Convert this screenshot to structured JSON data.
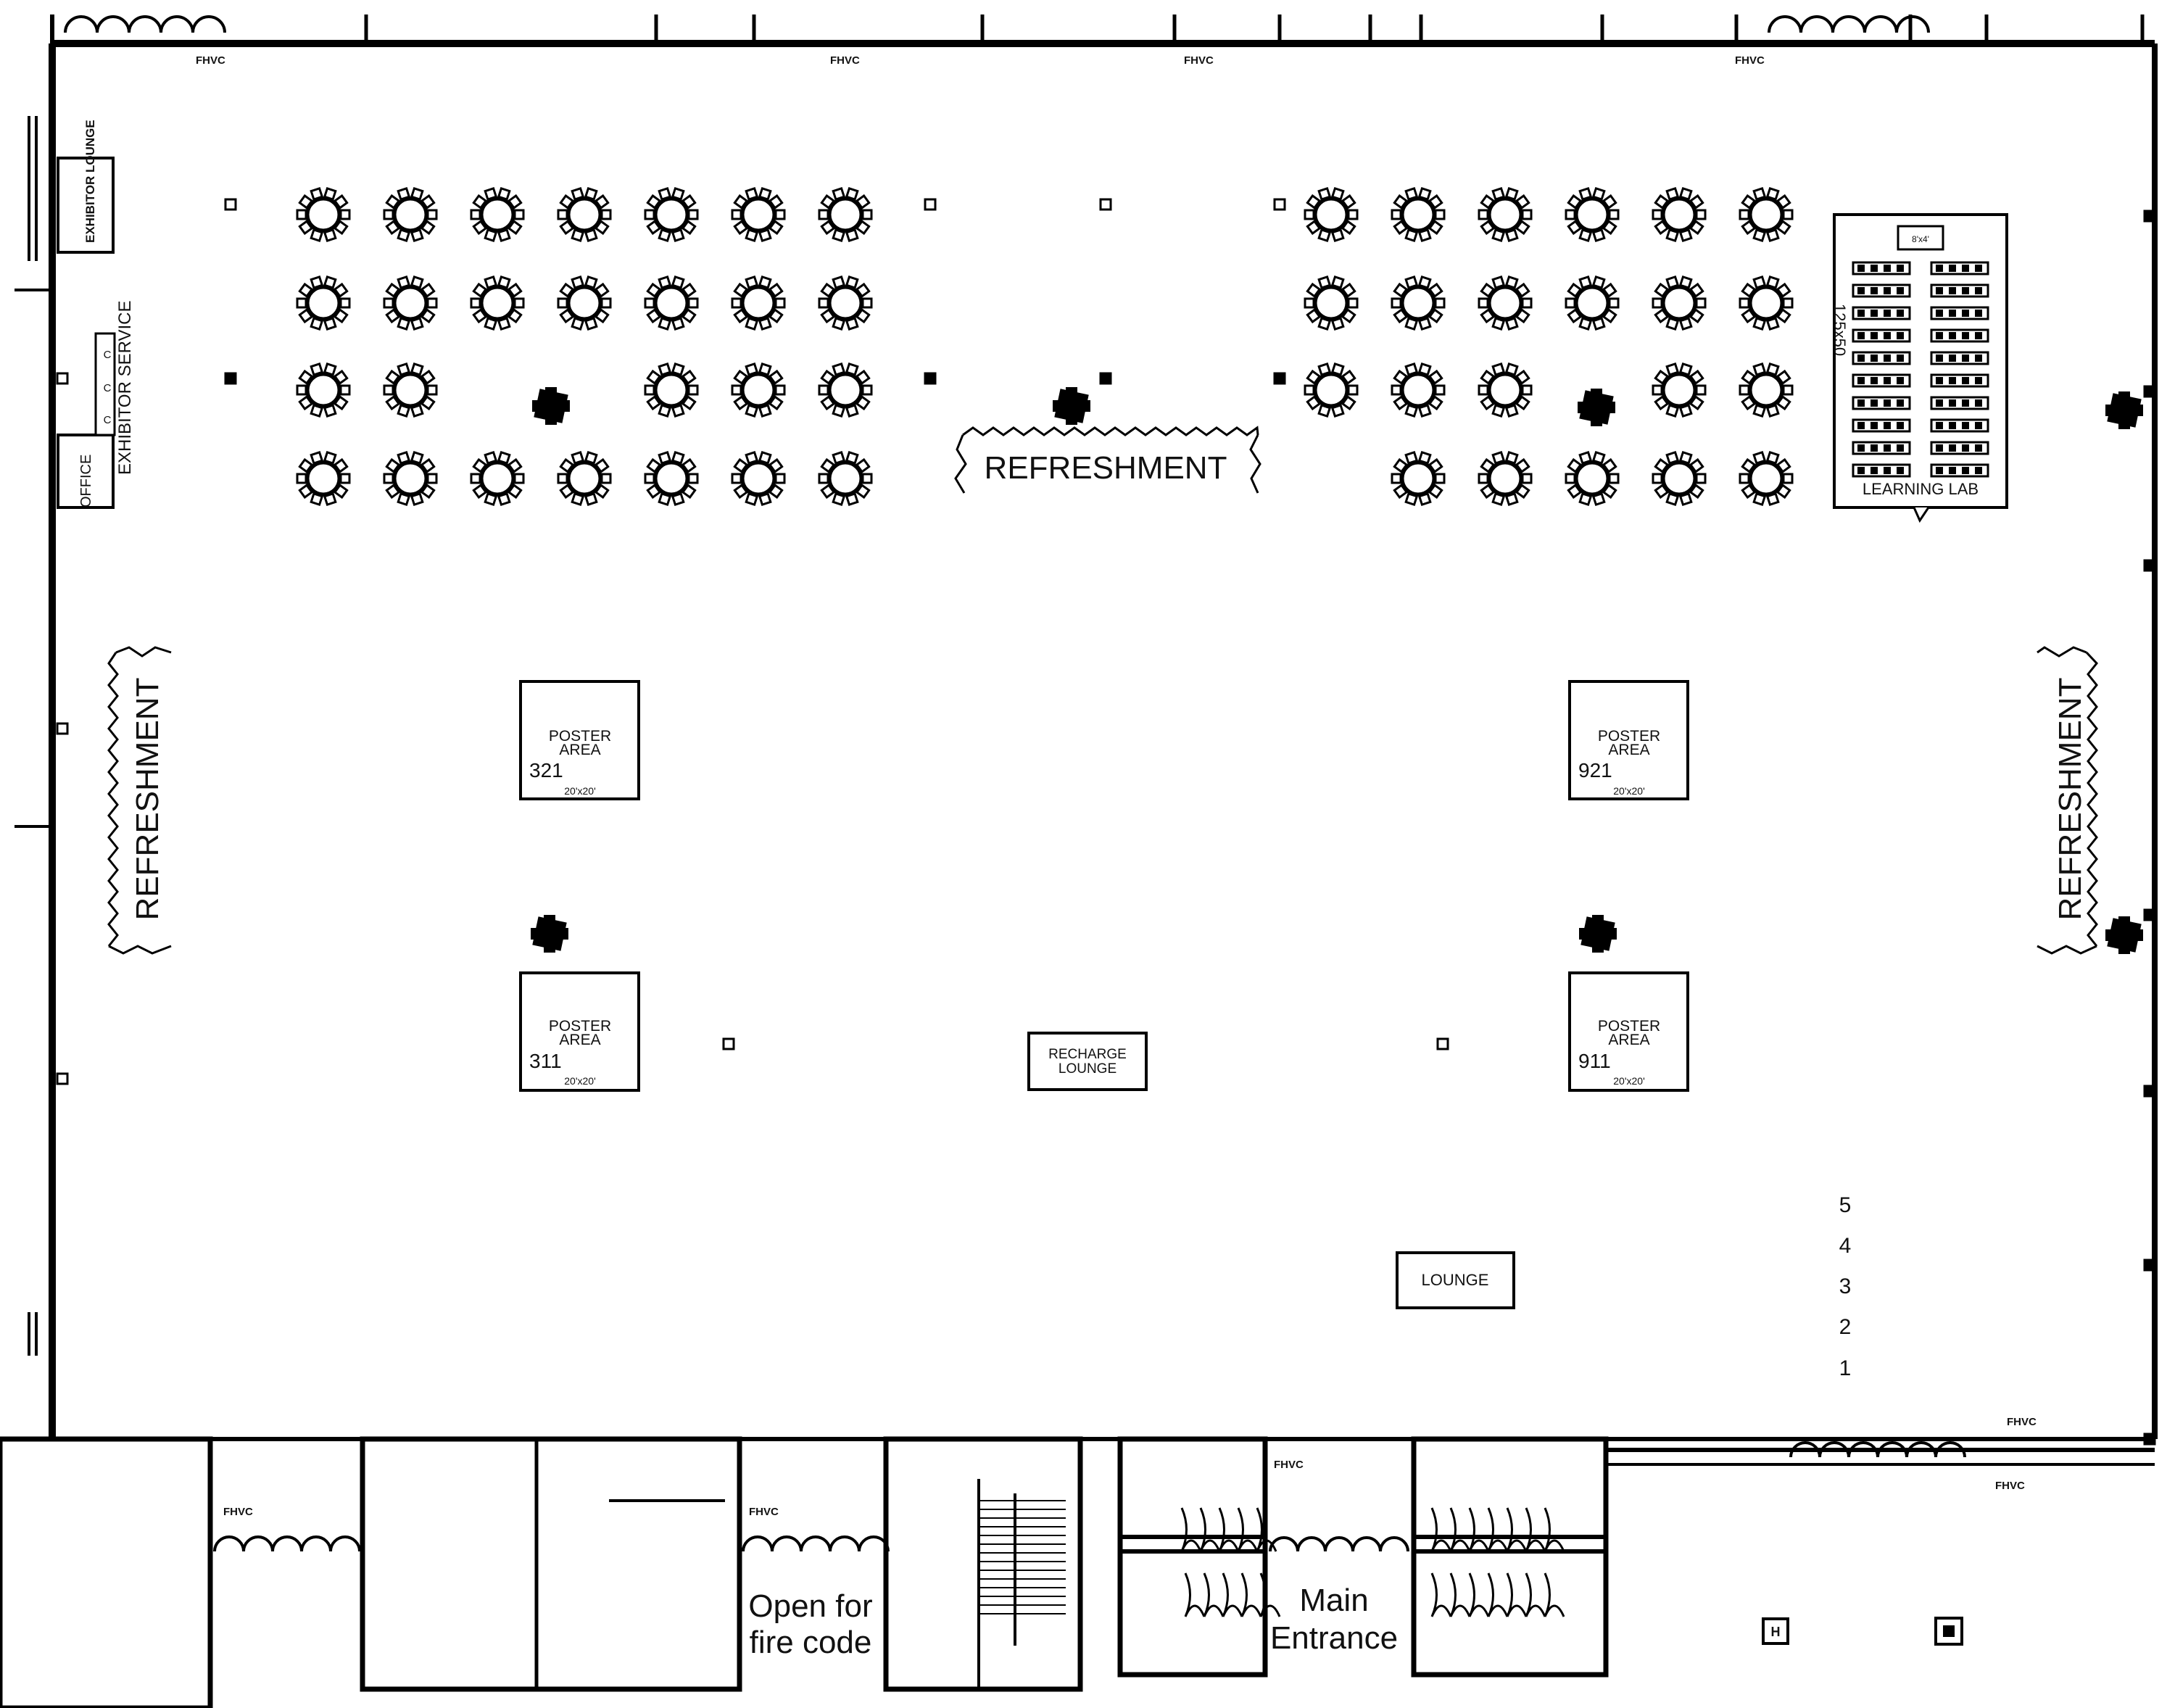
{
  "colors": {
    "ink": "#000000",
    "paper": "#ffffff",
    "recharge_text": "#1f2f4a"
  },
  "labels": {
    "exhibitor_lounge": "EXHIBITOR LOUNGE",
    "exhibitor_service": "EXHIBITOR SERVICE",
    "office": "OFFICE",
    "refreshment_top": "REFRESHMENT",
    "refreshment_left": "REFRESHMENT",
    "refreshment_right": "REFRESHMENT",
    "learning_lab": "LEARNING LAB",
    "learning_lab_size": "125x50",
    "learning_lab_screen": "8'x4'",
    "recharge_lounge_line1": "RECHARGE",
    "recharge_lounge_line2": "LOUNGE",
    "lounge": "LOUNGE",
    "open_line1": "Open for",
    "open_line2": "fire code",
    "main_line1": "Main",
    "main_line2": "Entrance",
    "fhvc": "FHVC",
    "cabinet": "C",
    "post_h": "H"
  },
  "poster_areas": [
    {
      "line1": "POSTER",
      "line2": "AREA",
      "number": "321",
      "size": "20'x20'"
    },
    {
      "line1": "POSTER",
      "line2": "AREA",
      "number": "921",
      "size": "20'x20'"
    },
    {
      "line1": "POSTER",
      "line2": "AREA",
      "number": "311",
      "size": "20'x20'"
    },
    {
      "line1": "POSTER",
      "line2": "AREA",
      "number": "911",
      "size": "20'x20'"
    }
  ],
  "numbered_list": [
    "5",
    "4",
    "3",
    "2",
    "1"
  ],
  "icons": [
    "round-table-icon",
    "cocktail-table-icon",
    "column-icon",
    "door-swing-icon",
    "stair-icon",
    "restroom-stall-icon"
  ]
}
